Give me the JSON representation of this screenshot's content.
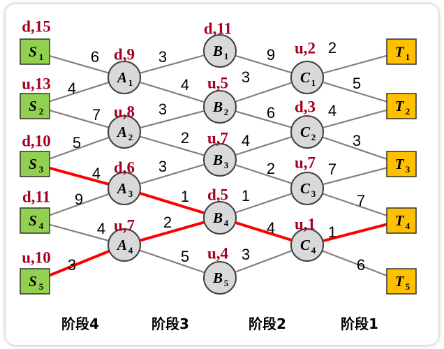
{
  "nodes": [
    {
      "id": "S1",
      "letter": "S",
      "sub": "1",
      "kind": "source",
      "label": "d,15"
    },
    {
      "id": "S2",
      "letter": "S",
      "sub": "2",
      "kind": "source",
      "label": "u,13"
    },
    {
      "id": "S3",
      "letter": "S",
      "sub": "3",
      "kind": "source",
      "label": "d,10"
    },
    {
      "id": "S4",
      "letter": "S",
      "sub": "4",
      "kind": "source",
      "label": "d,11"
    },
    {
      "id": "S5",
      "letter": "S",
      "sub": "5",
      "kind": "source",
      "label": "u,10"
    },
    {
      "id": "A1",
      "letter": "A",
      "sub": "1",
      "kind": "inner",
      "label": "d,9"
    },
    {
      "id": "A2",
      "letter": "A",
      "sub": "2",
      "kind": "inner",
      "label": "u,8"
    },
    {
      "id": "A3",
      "letter": "A",
      "sub": "3",
      "kind": "inner",
      "label": "d,6"
    },
    {
      "id": "A4",
      "letter": "A",
      "sub": "4",
      "kind": "inner",
      "label": "u,7"
    },
    {
      "id": "B1",
      "letter": "B",
      "sub": "1",
      "kind": "inner",
      "label": "d,11"
    },
    {
      "id": "B2",
      "letter": "B",
      "sub": "2",
      "kind": "inner",
      "label": "u,5"
    },
    {
      "id": "B3",
      "letter": "B",
      "sub": "3",
      "kind": "inner",
      "label": "u,7"
    },
    {
      "id": "B4",
      "letter": "B",
      "sub": "4",
      "kind": "inner",
      "label": "d,5"
    },
    {
      "id": "B5",
      "letter": "B",
      "sub": "5",
      "kind": "inner",
      "label": "u,4"
    },
    {
      "id": "C1",
      "letter": "C",
      "sub": "1",
      "kind": "inner",
      "label": "u,2"
    },
    {
      "id": "C2",
      "letter": "C",
      "sub": "2",
      "kind": "inner",
      "label": "d,3"
    },
    {
      "id": "C3",
      "letter": "C",
      "sub": "3",
      "kind": "inner",
      "label": "u,7"
    },
    {
      "id": "C4",
      "letter": "C",
      "sub": "4",
      "kind": "inner",
      "label": "u,1"
    },
    {
      "id": "T1",
      "letter": "T",
      "sub": "1",
      "kind": "target",
      "label": ""
    },
    {
      "id": "T2",
      "letter": "T",
      "sub": "2",
      "kind": "target",
      "label": ""
    },
    {
      "id": "T3",
      "letter": "T",
      "sub": "3",
      "kind": "target",
      "label": ""
    },
    {
      "id": "T4",
      "letter": "T",
      "sub": "4",
      "kind": "target",
      "label": ""
    },
    {
      "id": "T5",
      "letter": "T",
      "sub": "5",
      "kind": "target",
      "label": ""
    }
  ],
  "edges": [
    {
      "from": "S1",
      "to": "A1",
      "weight": "6",
      "optimal": false
    },
    {
      "from": "S2",
      "to": "A1",
      "weight": "4",
      "optimal": false
    },
    {
      "from": "S2",
      "to": "A2",
      "weight": "7",
      "optimal": false
    },
    {
      "from": "S3",
      "to": "A2",
      "weight": "5",
      "optimal": false
    },
    {
      "from": "S3",
      "to": "A3",
      "weight": "4",
      "optimal": true
    },
    {
      "from": "S4",
      "to": "A3",
      "weight": "9",
      "optimal": false
    },
    {
      "from": "S4",
      "to": "A4",
      "weight": "4",
      "optimal": false
    },
    {
      "from": "S5",
      "to": "A4",
      "weight": "3",
      "optimal": true
    },
    {
      "from": "A1",
      "to": "B1",
      "weight": "3",
      "optimal": false
    },
    {
      "from": "A1",
      "to": "B2",
      "weight": "4",
      "optimal": false
    },
    {
      "from": "A2",
      "to": "B2",
      "weight": "3",
      "optimal": false
    },
    {
      "from": "A2",
      "to": "B3",
      "weight": "2",
      "optimal": false
    },
    {
      "from": "A3",
      "to": "B3",
      "weight": "3",
      "optimal": false
    },
    {
      "from": "A3",
      "to": "B4",
      "weight": "1",
      "optimal": true
    },
    {
      "from": "A4",
      "to": "B4",
      "weight": "2",
      "optimal": true
    },
    {
      "from": "A4",
      "to": "B5",
      "weight": "5",
      "optimal": false
    },
    {
      "from": "B1",
      "to": "C1",
      "weight": "9",
      "optimal": false
    },
    {
      "from": "B2",
      "to": "C1",
      "weight": "3",
      "optimal": false
    },
    {
      "from": "B2",
      "to": "C2",
      "weight": "6",
      "optimal": false
    },
    {
      "from": "B3",
      "to": "C2",
      "weight": "4",
      "optimal": false
    },
    {
      "from": "B3",
      "to": "C3",
      "weight": "2",
      "optimal": false
    },
    {
      "from": "B4",
      "to": "C3",
      "weight": "1",
      "optimal": false
    },
    {
      "from": "B4",
      "to": "C4",
      "weight": "4",
      "optimal": true
    },
    {
      "from": "B5",
      "to": "C4",
      "weight": "3",
      "optimal": false
    },
    {
      "from": "C1",
      "to": "T1",
      "weight": "2",
      "optimal": false
    },
    {
      "from": "C1",
      "to": "T2",
      "weight": "5",
      "optimal": false
    },
    {
      "from": "C2",
      "to": "T2",
      "weight": "4",
      "optimal": false
    },
    {
      "from": "C2",
      "to": "T3",
      "weight": "3",
      "optimal": false
    },
    {
      "from": "C3",
      "to": "T3",
      "weight": "7",
      "optimal": false
    },
    {
      "from": "C3",
      "to": "T4",
      "weight": "7",
      "optimal": false
    },
    {
      "from": "C4",
      "to": "T4",
      "weight": "1",
      "optimal": true
    },
    {
      "from": "C4",
      "to": "T5",
      "weight": "6",
      "optimal": false
    }
  ],
  "stages": [
    "阶段4",
    "阶段3",
    "阶段2",
    "阶段1"
  ],
  "colors": {
    "source_fill": "#92d050",
    "target_fill": "#ffc000",
    "inner_fill": "#d9d9d9",
    "edge": "#808080",
    "optimal_edge": "#ff0000",
    "decision_label": "#a50021"
  }
}
